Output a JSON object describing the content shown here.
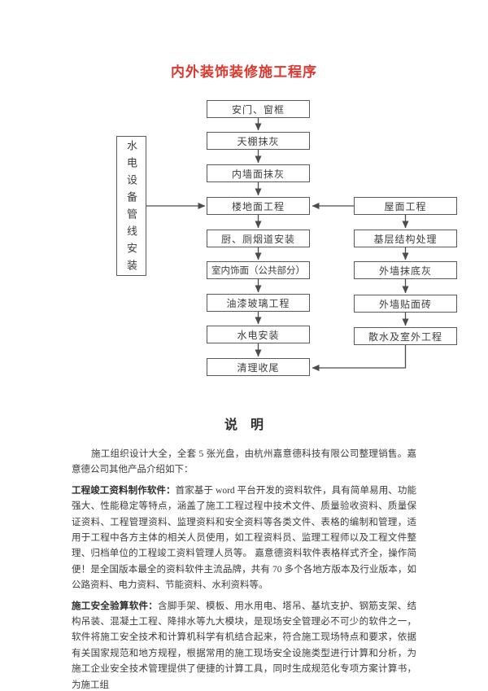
{
  "title": "内外装饰装修施工程序",
  "colors": {
    "title_red": "#df372d",
    "line_gray": "#4c4c4c",
    "text_gray": "#3c3c3c"
  },
  "flowchart": {
    "side_box": "水电设备管线安装",
    "main": [
      "安门、窗框",
      "天棚抹灰",
      "内墙面抹灰",
      "楼地面工程",
      "厨、厕烟道安装",
      "室内饰面（公共部分）",
      "油漆玻璃工程",
      "水电安装",
      "清理收尾"
    ],
    "right": [
      "屋面工程",
      "基层结构处理",
      "外墙抹底灰",
      "外墙贴面砖",
      "散水及室外工程"
    ]
  },
  "notes": {
    "heading": "说　明",
    "intro": "施工组织设计大全，全套 5 张光盘，由杭州嘉意德科技有限公司整理销售。嘉意德公司其他产品介绍如下：",
    "paragraphs": [
      {
        "lead": "工程竣工资料制作软件：",
        "body": "首家基于 word 平台开发的资料软件，具有简单易用、功能强大、性能稳定等特点，涵盖了施工工程过程中技术文件、质量验收资料、质量保证资料、工程管理资料、监理资料和安全资料等各类文件、表格的编制和管理，适用于工程中各方主体的相关人员使用，如工程资料员、监理工程师以及工程文件整理、归档单位的工程竣工资料管理人员等。 嘉意德资料软件表格样式齐全，操作简便！是全国版本最全的资料软件主流品牌，共有 70 多个各地方版本及行业版本，如公路资料、电力资料、节能资料、水利资料等。"
      },
      {
        "lead": "施工安全验算软件：",
        "body": "含脚手架、模板、用水用电、塔吊、基坑支护、钢筋支架、结构吊装、混凝土工程、降排水等九大模块，是现场安全管理必不可少的软件之一，软件将施工安全技术和计算机科学有机结合起来，符合施工现场特点和要求，依据有关国家规范和地方规程，根据常用的施工现场安全设施类型进行计算和分析，为施工企业安全技术管理提供了便捷的计算工具，同时生成规范化专项方案计算书，为施工组"
      }
    ]
  }
}
